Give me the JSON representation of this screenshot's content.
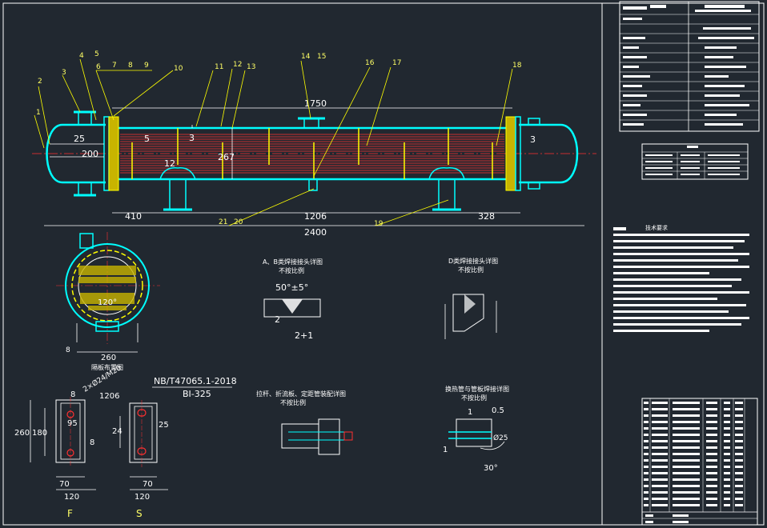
{
  "drawing": {
    "callouts": [
      "1",
      "2",
      "3",
      "4",
      "5",
      "6",
      "7",
      "8",
      "9",
      "10",
      "11",
      "12",
      "13",
      "14",
      "15",
      "16",
      "17",
      "18",
      "19",
      "20",
      "21"
    ],
    "dimensions": {
      "total_length": "2400",
      "seg_left": "410",
      "seg_mid": "1206",
      "seg_right": "328",
      "top_span": "1750",
      "d25": "25",
      "d200": "200",
      "d5": "5",
      "d3": "3",
      "d3b": "3",
      "d12": "12",
      "d267": "267",
      "end_view_width": "260",
      "end_view_8": "8"
    },
    "end_view": {
      "angle": "120°",
      "caption": "隔板布置图"
    },
    "details": {
      "ab_title": "A、B类焊接接头详图",
      "ab_sub": "不按比例",
      "ab_angle": "50°±5°",
      "ab_d2": "2",
      "ab_gap": "2+1",
      "d_title": "D类焊接接头详图",
      "d_sub": "不按比例",
      "tube_title": "拉杆、折流板、定距管装配详图",
      "tube_sub": "不按比例",
      "hx_title": "换热管与管板焊接详图",
      "hx_sub": "不按比例",
      "hx_1a": "1",
      "hx_d05": "0.5",
      "hx_1b": "1",
      "hx_phi": "Ø25",
      "hx_angle": "30°"
    },
    "saddle": {
      "standard": "NB/T47065.1-2018",
      "code": "BI-325",
      "bolt": "2×Ø24/M20",
      "d8": "8",
      "d1206": "1206",
      "d95": "95",
      "d260": "260",
      "d180": "180",
      "d8b": "8",
      "d24": "24",
      "d25": "25",
      "d70a": "70",
      "d120a": "120",
      "d70b": "70",
      "d120b": "120",
      "label_f": "F",
      "label_s": "S"
    },
    "tech_title": "技术要求"
  },
  "colors": {
    "background": "#212830",
    "shell": "#00ffff",
    "tubes": "#c83030",
    "baffles": "#ffff00",
    "lines": "#ffffff",
    "callouts": "#ffff00"
  }
}
